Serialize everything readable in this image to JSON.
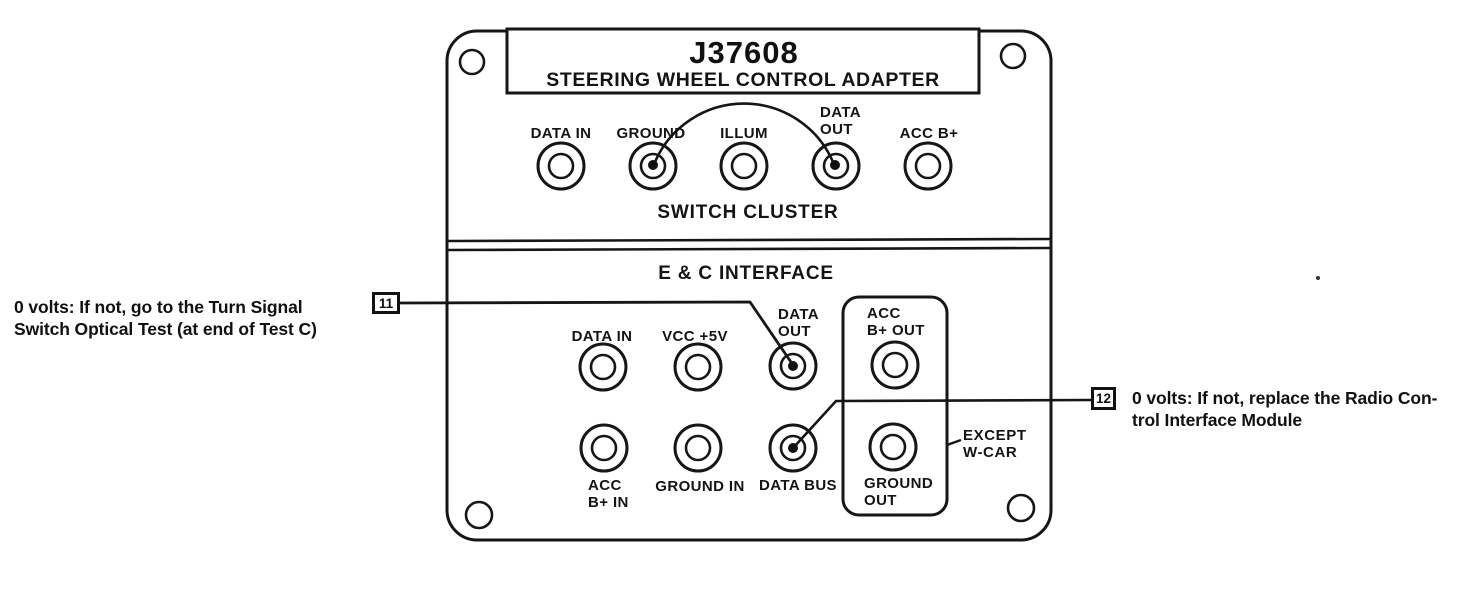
{
  "device": {
    "part_number": "J37608",
    "title": "STEERING WHEEL CONTROL ADAPTER"
  },
  "switch_cluster": {
    "section_label": "SWITCH CLUSTER",
    "connectors": [
      {
        "label": "DATA IN"
      },
      {
        "label": "GROUND"
      },
      {
        "label": "ILLUM"
      },
      {
        "label": "DATA\nOUT"
      },
      {
        "label": "ACC B+"
      }
    ],
    "jumper": "arc between GROUND and DATA OUT"
  },
  "ec_interface": {
    "section_label": "E & C INTERFACE",
    "top_row": [
      {
        "label": "DATA IN"
      },
      {
        "label": "VCC +5V"
      },
      {
        "label": "DATA\nOUT"
      },
      {
        "label": "ACC\nB+ OUT"
      }
    ],
    "bottom_row": [
      {
        "label": "ACC\nB+ IN"
      },
      {
        "label": "GROUND IN"
      },
      {
        "label": "DATA BUS"
      },
      {
        "label": "GROUND\nOUT"
      }
    ],
    "group_note": "EXCEPT\nW-CAR"
  },
  "callouts": {
    "c11": {
      "number": "11",
      "text": "0 volts: If not, go to the Turn Signal\nSwitch Optical Test (at end of Test C)"
    },
    "c12": {
      "number": "12",
      "text": "0 volts: If not, replace the Radio Con-\ntrol Interface Module"
    }
  }
}
